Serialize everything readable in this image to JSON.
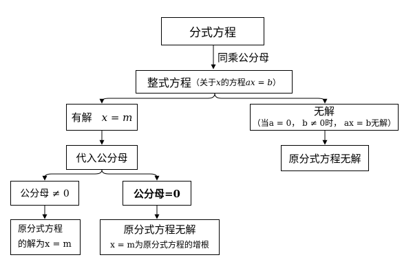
{
  "nodes": {
    "fractional_equation": "分式方程",
    "step_multiply": "同乘公分母",
    "polynomial_equation": "整式方程",
    "polynomial_note_prefix": "（关于",
    "polynomial_note_var": "x",
    "polynomial_note_mid": "的方程",
    "polynomial_note_eq": "ax = b",
    "polynomial_note_suffix": "）",
    "has_solution_label": "有解",
    "has_solution_eq": "x = m",
    "no_solution_title": "无解",
    "no_solution_note": "（当a = 0， b ≠ 0时， ax = b无解）",
    "substitute_denominator": "代入公分母",
    "denominator_nonzero": "公分母 ≠ 0",
    "denominator_zero": "公分母=0",
    "original_no_solution_right": "原分式方程无解",
    "original_solution_line1": "原分式方程",
    "original_solution_line2": "的解为x = m",
    "original_no_solution_center": "原分式方程无解",
    "extraneous_root": "x = m为原分式方程的增根"
  }
}
